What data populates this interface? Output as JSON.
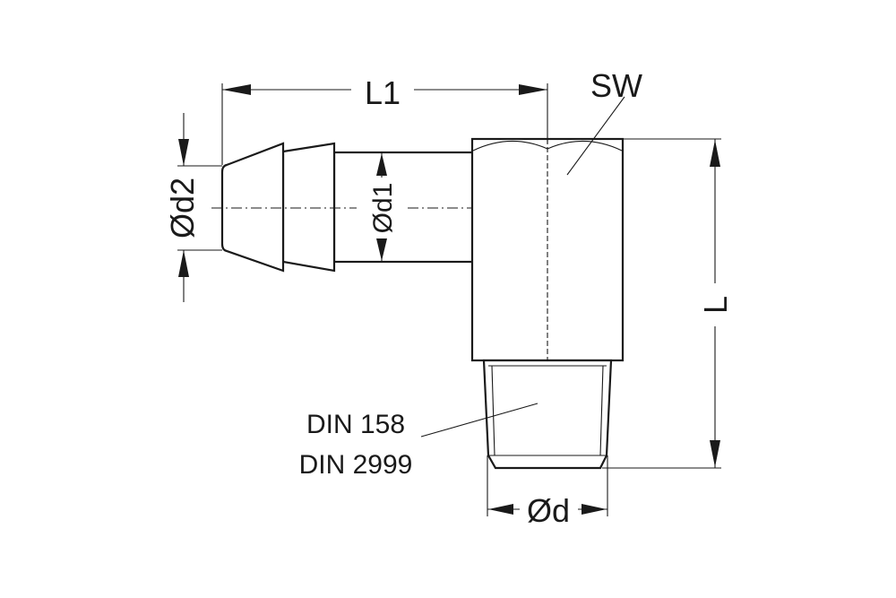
{
  "title": "Hose barb elbow fitting with tapered male thread",
  "labels": {
    "l1": "L1",
    "sw": "SW",
    "d2": "Ød2",
    "d1": "Ød1",
    "l": "L",
    "d": "Ød",
    "standard1": "DIN 158",
    "standard2": "DIN 2999"
  },
  "colors": {
    "line": "#1a1a1a",
    "background": "#ffffff"
  }
}
